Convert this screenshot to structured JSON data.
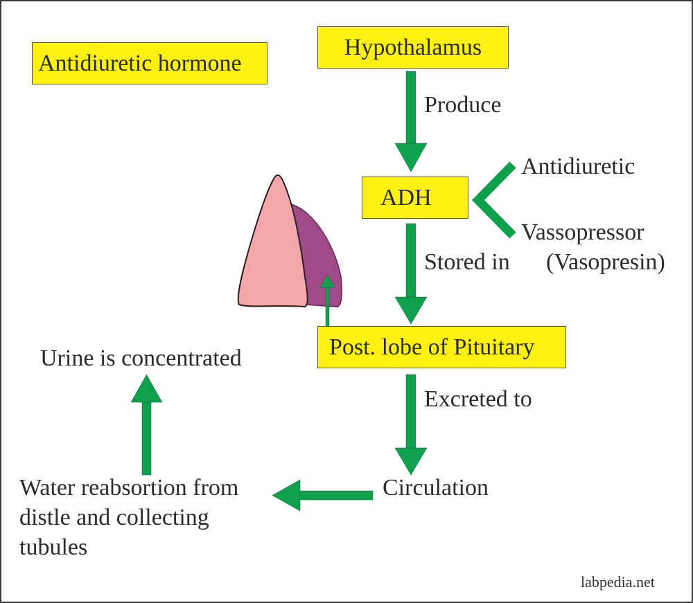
{
  "title_box": "Antidiuretic hormone",
  "nodes": {
    "hypothalamus": "Hypothalamus",
    "adh": "ADH",
    "pituitary": "Post. lobe of Pituitary",
    "circulation": "Circulation",
    "water_reabsorption": [
      "Water reabsortion from",
      "distle and collecting",
      "tubules"
    ],
    "urine": "Urine is concentrated"
  },
  "edges": {
    "produce": "Produce",
    "stored_in": "Stored in",
    "excreted_to": "Excreted to"
  },
  "adh_types": {
    "antidiuretic": "Antidiuretic",
    "vasopressor": "Vassopressor",
    "vasopressin": "(Vasopresin)"
  },
  "colors": {
    "box_fill": "#fff212",
    "arrow_green": "#0ea04e",
    "gland_pink": "#f4a7ab",
    "gland_purple": "#a04a8a"
  },
  "footer": "labpedia.net"
}
